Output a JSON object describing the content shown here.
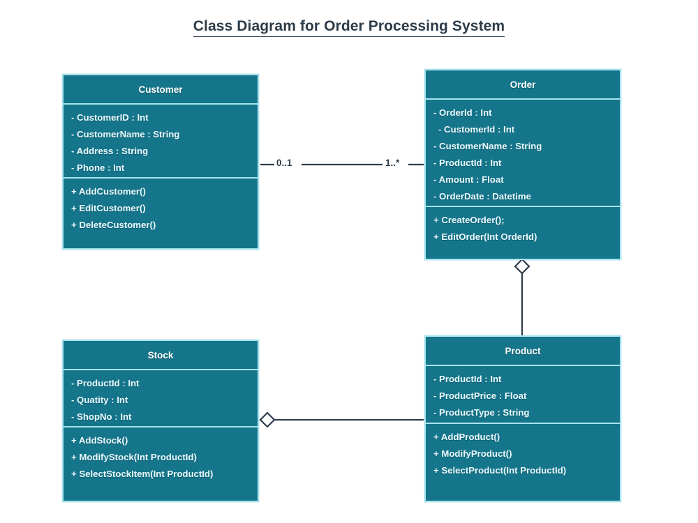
{
  "title": "Class Diagram for Order Processing System",
  "theme": {
    "background": "#ffffff",
    "class_fill": "#15758a",
    "class_border": "#a8e4ef",
    "class_text": "#eafaff",
    "title_text": "#2c3b47",
    "edge_line": "#2e3b4a",
    "diamond_fill": "#ffffff"
  },
  "classes": [
    {
      "id": "customer",
      "name": "Customer",
      "attributes": [
        "- CustomerID : Int",
        "- CustomerName : String",
        "- Address : String",
        "- Phone : Int"
      ],
      "methods": [
        "+ AddCustomer()",
        "+ EditCustomer()",
        "+ DeleteCustomer()"
      ]
    },
    {
      "id": "order",
      "name": "Order",
      "attributes": [
        "- OrderId : Int",
        "- CustomerId : Int",
        "- CustomerName : String",
        "- ProductId : Int",
        "- Amount : Float",
        "- OrderDate : Datetime"
      ],
      "methods": [
        "+ CreateOrder();",
        "+ EditOrder(Int OrderId)"
      ]
    },
    {
      "id": "stock",
      "name": "Stock",
      "attributes": [
        "- ProductId : Int",
        "- Quatity : Int",
        "- ShopNo : Int"
      ],
      "methods": [
        "+ AddStock()",
        "+ ModifyStock(Int ProductId)",
        "+ SelectStockItem(Int ProductId)"
      ]
    },
    {
      "id": "product",
      "name": "Product",
      "attributes": [
        "- ProductId : Int",
        "- ProductPrice : Float",
        "- ProductType : String"
      ],
      "methods": [
        "+ AddProduct()",
        "+ ModifyProduct()",
        "+ SelectProduct(Int ProductId)"
      ]
    }
  ],
  "relationships": [
    {
      "id": "customer-order",
      "from": "Customer",
      "to": "Order",
      "type": "association",
      "source_multiplicity": "0..1",
      "target_multiplicity": "1..*"
    },
    {
      "id": "order-product",
      "from": "Product",
      "to": "Order",
      "type": "aggregation",
      "source_multiplicity": "",
      "target_multiplicity": ""
    },
    {
      "id": "stock-product",
      "from": "Product",
      "to": "Stock",
      "type": "aggregation",
      "source_multiplicity": "",
      "target_multiplicity": ""
    }
  ]
}
